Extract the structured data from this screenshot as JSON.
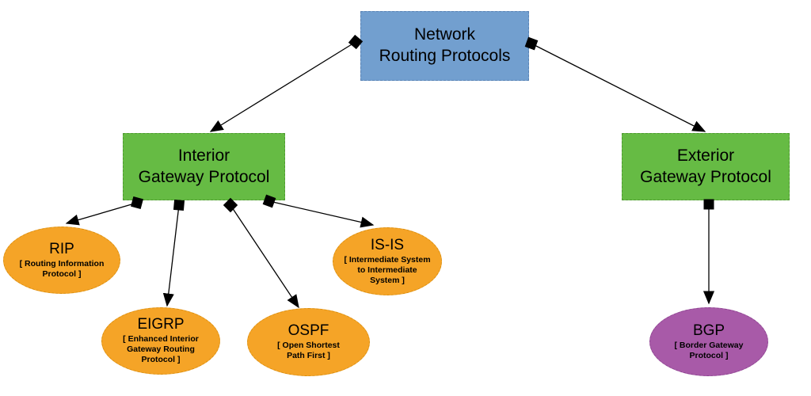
{
  "nodes": {
    "root": {
      "line1": "Network",
      "line2": "Routing Protocols"
    },
    "igp": {
      "line1": "Interior",
      "line2": "Gateway Protocol"
    },
    "egp": {
      "line1": "Exterior",
      "line2": "Gateway Protocol"
    },
    "rip": {
      "abbr": "RIP",
      "full": "[ Routing Information\nProtocol ]"
    },
    "eigrp": {
      "abbr": "EIGRP",
      "full": "[ Enhanced Interior\nGateway Routing\nProtocol ]"
    },
    "ospf": {
      "abbr": "OSPF",
      "full": "[ Open Shortest\nPath First ]"
    },
    "isis": {
      "abbr": "IS-IS",
      "full": "[ Intermediate System\nto Intermediate\nSystem ]"
    },
    "bgp": {
      "abbr": "BGP",
      "full": "[ Border Gateway\nProtocol ]"
    }
  },
  "colors": {
    "root_fill": "#729FCF",
    "root_border": "#5B84B5",
    "group_fill": "#66BB44",
    "group_border": "#4F9A31",
    "protocol_fill": "#F5A427",
    "protocol_border": "#D98E0F",
    "bgp_fill": "#A85AA8",
    "bgp_border": "#8C4390",
    "connector": "#000000"
  }
}
